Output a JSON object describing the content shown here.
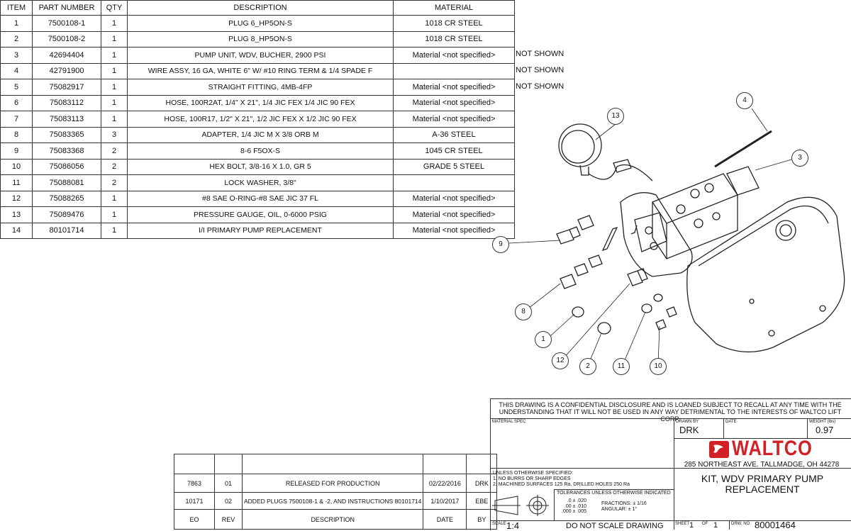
{
  "bom": {
    "headers": [
      "ITEM",
      "PART NUMBER",
      "QTY",
      "DESCRIPTION",
      "MATERIAL"
    ],
    "rows": [
      [
        "1",
        "7500108-1",
        "1",
        "PLUG 6_HP5ON-S",
        "1018 CR STEEL"
      ],
      [
        "2",
        "7500108-2",
        "1",
        "PLUG 8_HP5ON-S",
        "1018 CR STEEL"
      ],
      [
        "3",
        "42694404",
        "1",
        "PUMP UNIT, WDV, BUCHER, 2900 PSI",
        "Material <not specified>"
      ],
      [
        "4",
        "42791900",
        "1",
        "WIRE ASSY, 16 GA, WHITE 6\" W/ #10 RING TERM & 1/4 SPADE F",
        ""
      ],
      [
        "5",
        "75082917",
        "1",
        "STRAIGHT FITTING, 4MB-4FP",
        "Material <not specified>"
      ],
      [
        "6",
        "75083112",
        "1",
        "HOSE, 100R2AT, 1/4\" X 21\", 1/4 JIC FEX 1/4 JIC 90 FEX",
        "Material <not specified>"
      ],
      [
        "7",
        "75083113",
        "1",
        "HOSE, 100R17, 1/2\" X 21\", 1/2 JIC FEX X 1/2 JIC 90 FEX",
        "Material <not specified>"
      ],
      [
        "8",
        "75083365",
        "3",
        "ADAPTER, 1/4 JIC M X 3/8 ORB M",
        "A-36 STEEL"
      ],
      [
        "9",
        "75083368",
        "2",
        "8-6 F5OX-S",
        "1045 CR STEEL"
      ],
      [
        "10",
        "75086056",
        "2",
        "HEX BOLT, 3/8-16 X 1.0, GR 5",
        "GRADE 5 STEEL"
      ],
      [
        "11",
        "75088081",
        "2",
        "LOCK WASHER, 3/8\"",
        ""
      ],
      [
        "12",
        "75088265",
        "1",
        "#8 SAE O-RING-#8 SAE JIC 37 FL",
        "Material <not specified>"
      ],
      [
        "13",
        "75089476",
        "1",
        "PRESSURE GAUGE, OIL, 0-6000 PSIG",
        "Material <not specified>"
      ],
      [
        "14",
        "80101714",
        "1",
        "I/I PRIMARY PUMP REPLACEMENT",
        "Material <not specified>"
      ]
    ]
  },
  "notes": [
    "NOT SHOWN",
    "NOT SHOWN",
    "NOT SHOWN"
  ],
  "balloons": [
    "4",
    "13",
    "3",
    "9",
    "8",
    "1",
    "12",
    "2",
    "11",
    "10"
  ],
  "revisions": {
    "rows": [
      [
        "7863",
        "01",
        "RELEASED FOR PRODUCTION",
        "02/22/2016",
        "DRK"
      ],
      [
        "10171",
        "02",
        "ADDED PLUGS 7500108-1 & -2, AND INSTRUCTIONS 80101714",
        "1/10/2017",
        "EBE"
      ]
    ],
    "headers": [
      "EO",
      "REV",
      "DESCRIPTION",
      "DATE",
      "BY"
    ]
  },
  "titleblock": {
    "disclosure": "THIS DRAWING IS A CONFIDENTIAL DISCLOSURE AND IS LOANED SUBJECT TO RECALL AT ANY TIME WITH THE UNDERSTANDING THAT IT WILL NOT BE USED IN ANY WAY DETRIMENTAL TO THE INTERESTS OF WALTCO LIFT CORP.",
    "material_spec_label": "MATERIAL SPEC",
    "drawn_by_label": "DRAWN BY",
    "drawn_by": "DRK",
    "date_label": "DATE",
    "weight_label": "WEIGHT (lbs)",
    "weight": "0.97",
    "company": "WALTCO",
    "address": "285 NORTHEAST AVE. TALLMADGE, OH 44278",
    "unless_title": "UNLESS OTHERWISE SPECIFIED:",
    "unless_1": "1. NO BURRS OR SHARP EDGES",
    "unless_2": "2. MACHINED SURFACES 125 Ra, DRILLED HOLES 250 Ra",
    "tolerances_label": "TOLERANCES UNLESS OTHERWISE INDICATED",
    "tol_1": ".0  ±  .020",
    "tol_2": ".00  ±  .010",
    "tol_3": ".000  ±  .005",
    "fractions": "FRACTIONS:  ±  1/16",
    "angular": "ANGULAR:  ±  1°",
    "title_line1": "KIT, WDV PRIMARY PUMP",
    "title_line2": "REPLACEMENT",
    "scale_label": "SCALE",
    "scale": "1:4",
    "dont_scale": "DO NOT SCALE DRAWING",
    "sheet_label": "SHEET",
    "sheet": "1",
    "of_label": "OF",
    "of": "1",
    "dwg_label": "DRW. NO.",
    "dwg_no": "80001464"
  }
}
